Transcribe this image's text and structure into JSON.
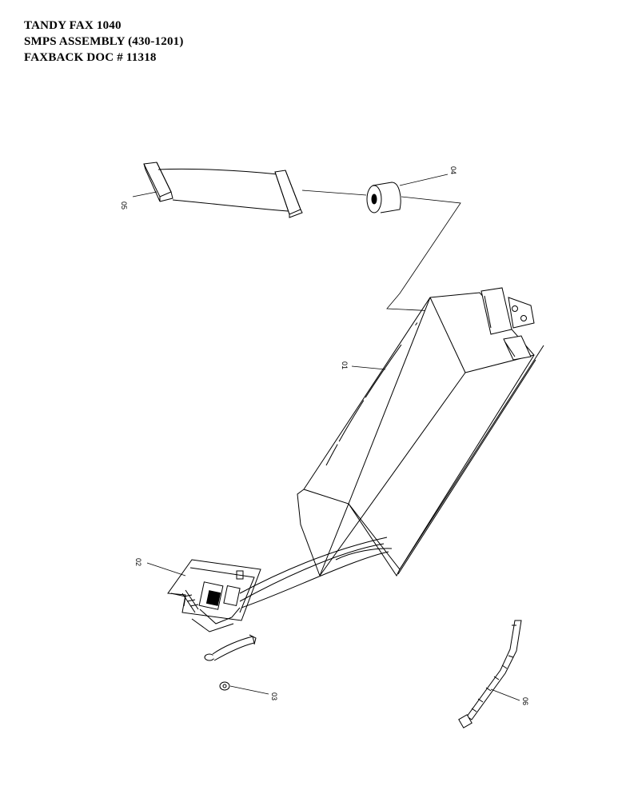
{
  "header": {
    "line1": "TANDY FAX 1040",
    "line2": "SMPS ASSEMBLY  (430-1201)",
    "line3": "FAXBACK DOC # 11318"
  },
  "parts": {
    "p01": "01",
    "p02": "02",
    "p03": "03",
    "p04": "04",
    "p05": "05",
    "p06": "06"
  }
}
